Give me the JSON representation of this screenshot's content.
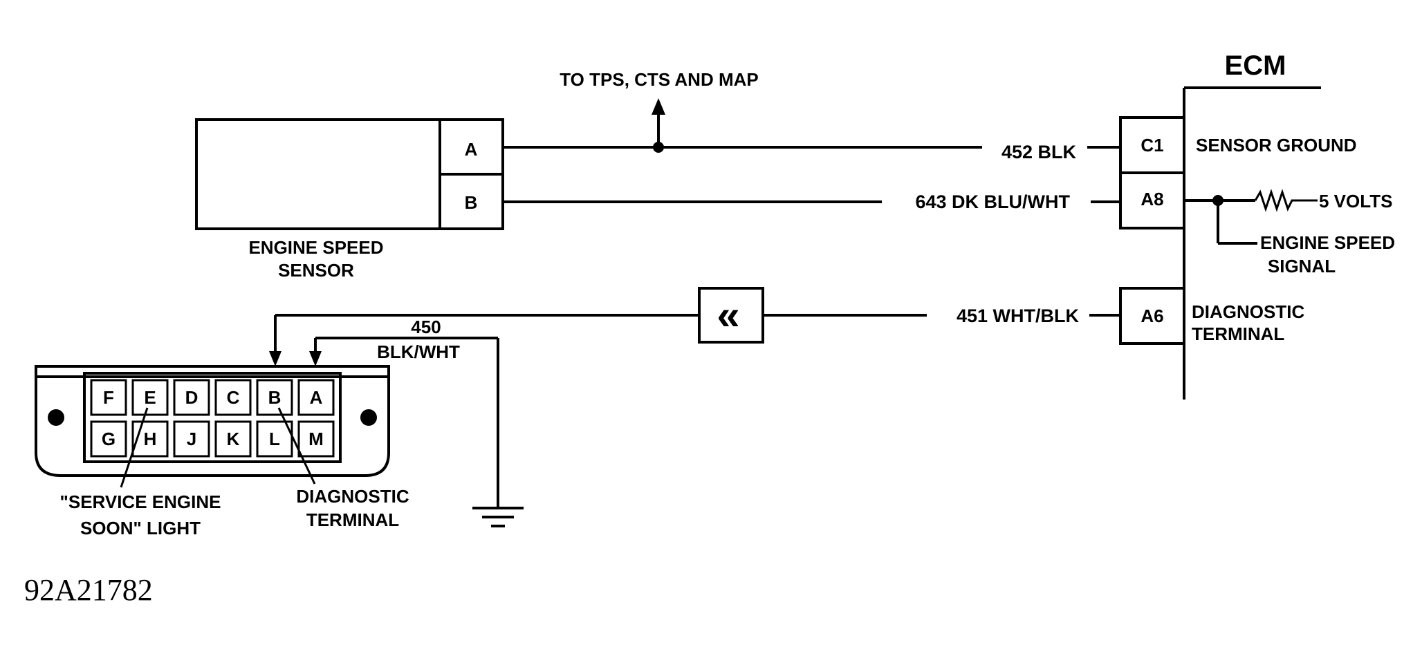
{
  "labels": {
    "to_tps": "TO TPS, CTS AND MAP",
    "ecm": "ECM",
    "wire_452": "452 BLK",
    "wire_643": "643 DK BLU/WHT",
    "wire_451": "451 WHT/BLK",
    "wire_450_num": "450",
    "wire_450_color": "BLK/WHT",
    "sensor_ground": "SENSOR GROUND",
    "five_volts": "5 VOLTS",
    "engine_speed_signal_1": "ENGINE SPEED",
    "engine_speed_signal_2": "SIGNAL",
    "diag_terminal_ecm_1": "DIAGNOSTIC",
    "diag_terminal_ecm_2": "TERMINAL",
    "engine_speed_sensor_1": "ENGINE SPEED",
    "engine_speed_sensor_2": "SENSOR",
    "ses_light_1": "\"SERVICE ENGINE",
    "ses_light_2": "SOON\" LIGHT",
    "diag_terminal_aldl_1": "DIAGNOSTIC",
    "diag_terminal_aldl_2": "TERMINAL",
    "figure_id": "92A21782",
    "connector_symbol": "«"
  },
  "sensor_pins": [
    "A",
    "B"
  ],
  "ecm_pins": [
    "C1",
    "A8",
    "A6"
  ],
  "aldl_pins_top": [
    "F",
    "E",
    "D",
    "C",
    "B",
    "A"
  ],
  "aldl_pins_bottom": [
    "G",
    "H",
    "J",
    "K",
    "L",
    "M"
  ]
}
